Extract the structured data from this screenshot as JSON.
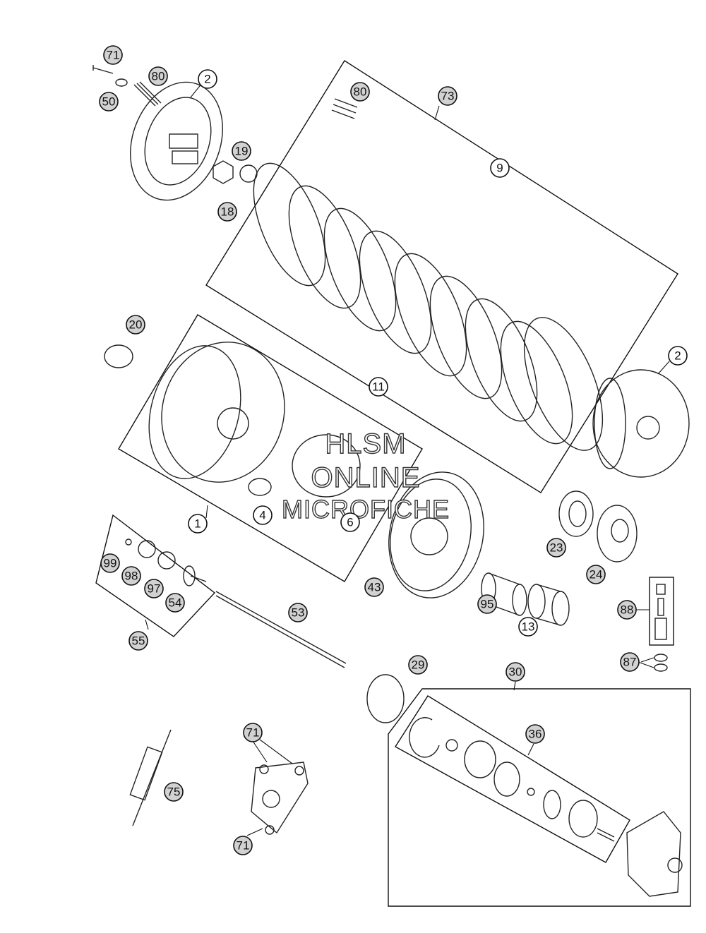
{
  "watermark": {
    "line1": "HLSM",
    "line2": "ONLINE",
    "line3": "MICROFICHE"
  },
  "callouts": [
    {
      "id": "c71a",
      "label": "71",
      "shaded": true
    },
    {
      "id": "c80a",
      "label": "80",
      "shaded": true
    },
    {
      "id": "c2a",
      "label": "2",
      "shaded": false
    },
    {
      "id": "c50",
      "label": "50",
      "shaded": true
    },
    {
      "id": "c19",
      "label": "19",
      "shaded": true
    },
    {
      "id": "c18",
      "label": "18",
      "shaded": true
    },
    {
      "id": "c80b",
      "label": "80",
      "shaded": true
    },
    {
      "id": "c73",
      "label": "73",
      "shaded": true
    },
    {
      "id": "c9",
      "label": "9",
      "shaded": false
    },
    {
      "id": "c20",
      "label": "20",
      "shaded": true
    },
    {
      "id": "c11",
      "label": "11",
      "shaded": false
    },
    {
      "id": "c2b",
      "label": "2",
      "shaded": false
    },
    {
      "id": "c4",
      "label": "4",
      "shaded": false
    },
    {
      "id": "c6",
      "label": "6",
      "shaded": false
    },
    {
      "id": "c1",
      "label": "1",
      "shaded": false
    },
    {
      "id": "c99",
      "label": "99",
      "shaded": true
    },
    {
      "id": "c98",
      "label": "98",
      "shaded": true
    },
    {
      "id": "c97",
      "label": "97",
      "shaded": true
    },
    {
      "id": "c54",
      "label": "54",
      "shaded": true
    },
    {
      "id": "c55",
      "label": "55",
      "shaded": true
    },
    {
      "id": "c53",
      "label": "53",
      "shaded": true
    },
    {
      "id": "c43",
      "label": "43",
      "shaded": true
    },
    {
      "id": "c23",
      "label": "23",
      "shaded": true
    },
    {
      "id": "c24",
      "label": "24",
      "shaded": true
    },
    {
      "id": "c95",
      "label": "95",
      "shaded": true
    },
    {
      "id": "c13",
      "label": "13",
      "shaded": false
    },
    {
      "id": "c88",
      "label": "88",
      "shaded": true
    },
    {
      "id": "c87",
      "label": "87",
      "shaded": true
    },
    {
      "id": "c29",
      "label": "29",
      "shaded": true
    },
    {
      "id": "c30",
      "label": "30",
      "shaded": true
    },
    {
      "id": "c36",
      "label": "36",
      "shaded": true
    },
    {
      "id": "c71b",
      "label": "71",
      "shaded": true
    },
    {
      "id": "c75",
      "label": "75",
      "shaded": true
    },
    {
      "id": "c71c",
      "label": "71",
      "shaded": true
    }
  ]
}
